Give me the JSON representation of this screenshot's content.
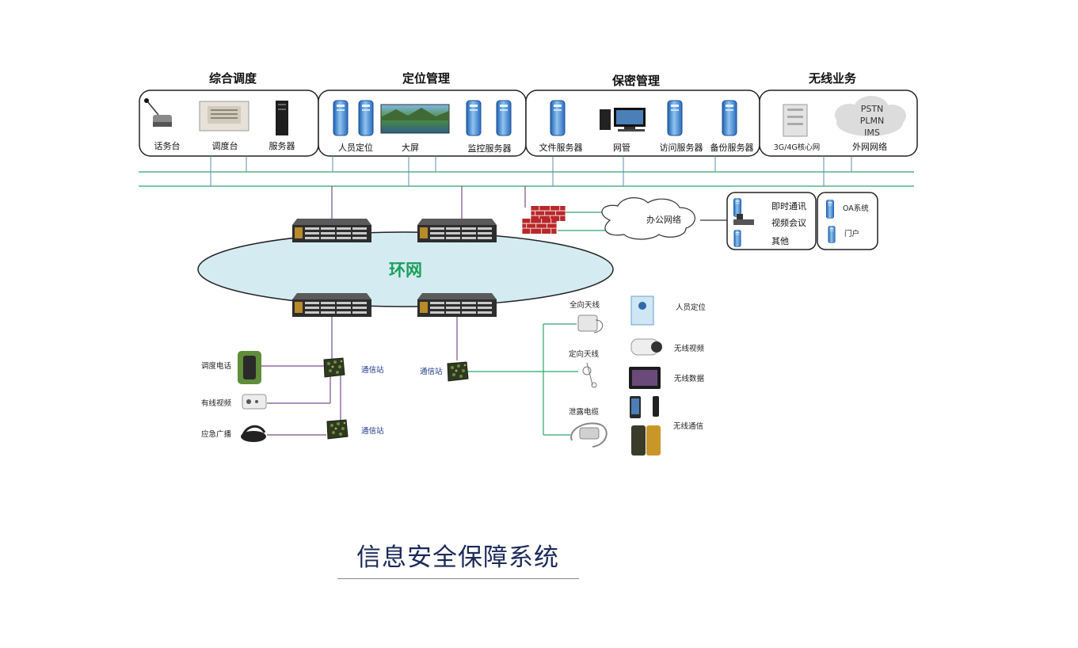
{
  "groups": {
    "dispatch": {
      "title": "综合调度",
      "devices": [
        "话务台",
        "调度台",
        "服务器"
      ]
    },
    "positioning": {
      "title": "定位管理",
      "devices": [
        "人员定位",
        "大屏",
        "监控服务器"
      ]
    },
    "security": {
      "title": "保密管理",
      "devices": [
        "文件服务器",
        "网管",
        "访问服务器",
        "备份服务器"
      ]
    },
    "wireless": {
      "title": "无线业务",
      "devices": [
        "3G/4G核心网",
        "外网网络"
      ],
      "cloud_lines": [
        "PSTN",
        "PLMN",
        "IMS"
      ]
    }
  },
  "ring": {
    "label": "环网"
  },
  "office": {
    "cloud_label": "办公网络",
    "services": [
      "即时通讯",
      "视频会议",
      "其他"
    ],
    "systems": [
      "OA系统",
      "门户"
    ]
  },
  "field": {
    "left_devices": [
      "调度电话",
      "有线视频",
      "应急广播"
    ],
    "station_label": "通信站",
    "antennas": [
      "全向天线",
      "定向天线",
      "泄露电缆"
    ],
    "terminals": [
      "人员定位",
      "无线视频",
      "无线数据",
      "无线通信"
    ]
  },
  "footer": {
    "title": "信息安全保障系统"
  },
  "colors": {
    "bus_line": "#2fa86a",
    "link_line": "#7a4d8f",
    "ring_fill": "#d4ebf2",
    "title_color": "#1b2a59"
  }
}
